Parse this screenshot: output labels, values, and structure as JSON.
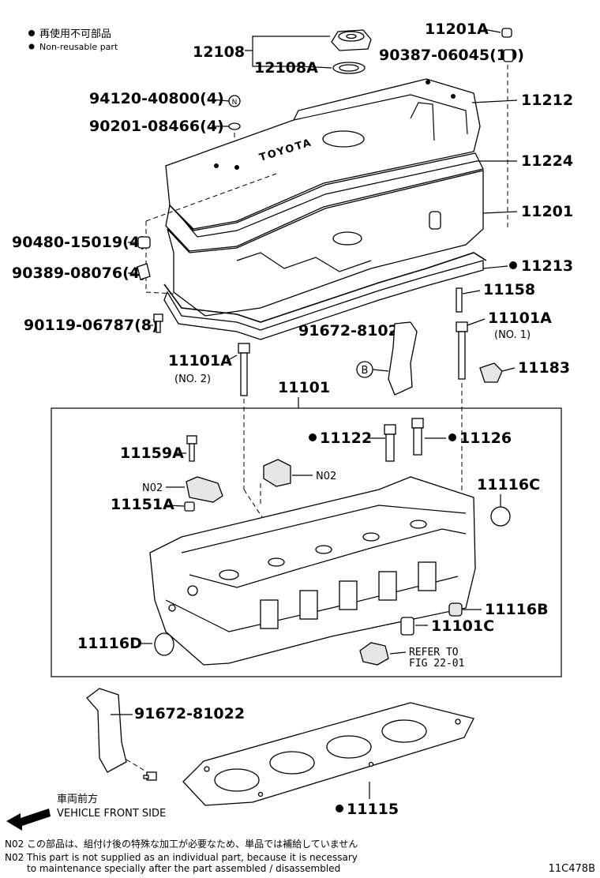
{
  "legend": {
    "jp": "再使用不可部品",
    "en": "Non-reusable part"
  },
  "parts": {
    "p12108": "12108",
    "p12108A": "12108A",
    "p11201A": "11201A",
    "p90387": "90387-06045(10)",
    "p94120": "94120-40800(4)",
    "p94120_mark": "N",
    "p90201": "90201-08466(4)",
    "p11212": "11212",
    "p11224": "11224",
    "p11201": "11201",
    "p90480": "90480-15019(4)",
    "p11213": "11213",
    "p90389": "90389-08076(4)",
    "p11158": "11158",
    "p90119": "90119-06787(8)",
    "p91672_top": "91672-81022",
    "p11101A_1": "11101A",
    "p11101A_1_note": "(NO. 1)",
    "p11101A_2": "11101A",
    "p11101A_2_note": "(NO. 2)",
    "p11183": "11183",
    "p11101": "11101",
    "b_mark": "B",
    "p11122": "11122",
    "p11126": "11126",
    "p11159A": "11159A",
    "n02_a": "N02",
    "n02_b": "N02",
    "p11151A": "11151A",
    "p11116C": "11116C",
    "p11116B": "11116B",
    "p11101C": "11101C",
    "p11116D": "11116D",
    "refer_1": "REFER TO",
    "refer_2": "FIG 22-01",
    "p91672_bottom": "91672-81022",
    "p11115": "11115",
    "logo": "TOYOTA"
  },
  "direction": {
    "jp": "車両前方",
    "en": "VEHICLE FRONT SIDE"
  },
  "notes": {
    "jp": "N02  この部品は、組付け後の特殊な加工が必要なため、単品では補給していません",
    "en1": "N02  This part is not supplied as an individual part, because it is necessary",
    "en2": "to maintenance specially after the part assembled / disassembled"
  },
  "figure_id": "11C478B"
}
